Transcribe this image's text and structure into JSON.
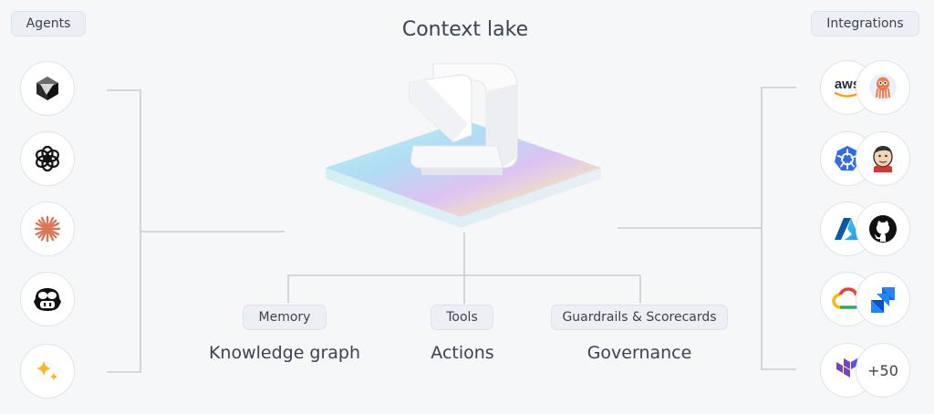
{
  "agents_label": "Agents",
  "integrations_label": "Integrations",
  "title": "Context lake",
  "categories": [
    {
      "tag": "Memory",
      "label": "Knowledge graph"
    },
    {
      "tag": "Tools",
      "label": "Actions"
    },
    {
      "tag": "Guardrails & Scorecards",
      "label": "Governance"
    }
  ],
  "agents": [
    "cursor-icon",
    "openai-icon",
    "claude-icon",
    "copilot-icon",
    "gemini-icon"
  ],
  "integrations": {
    "aws_text": "aws",
    "more_count": "+50"
  }
}
